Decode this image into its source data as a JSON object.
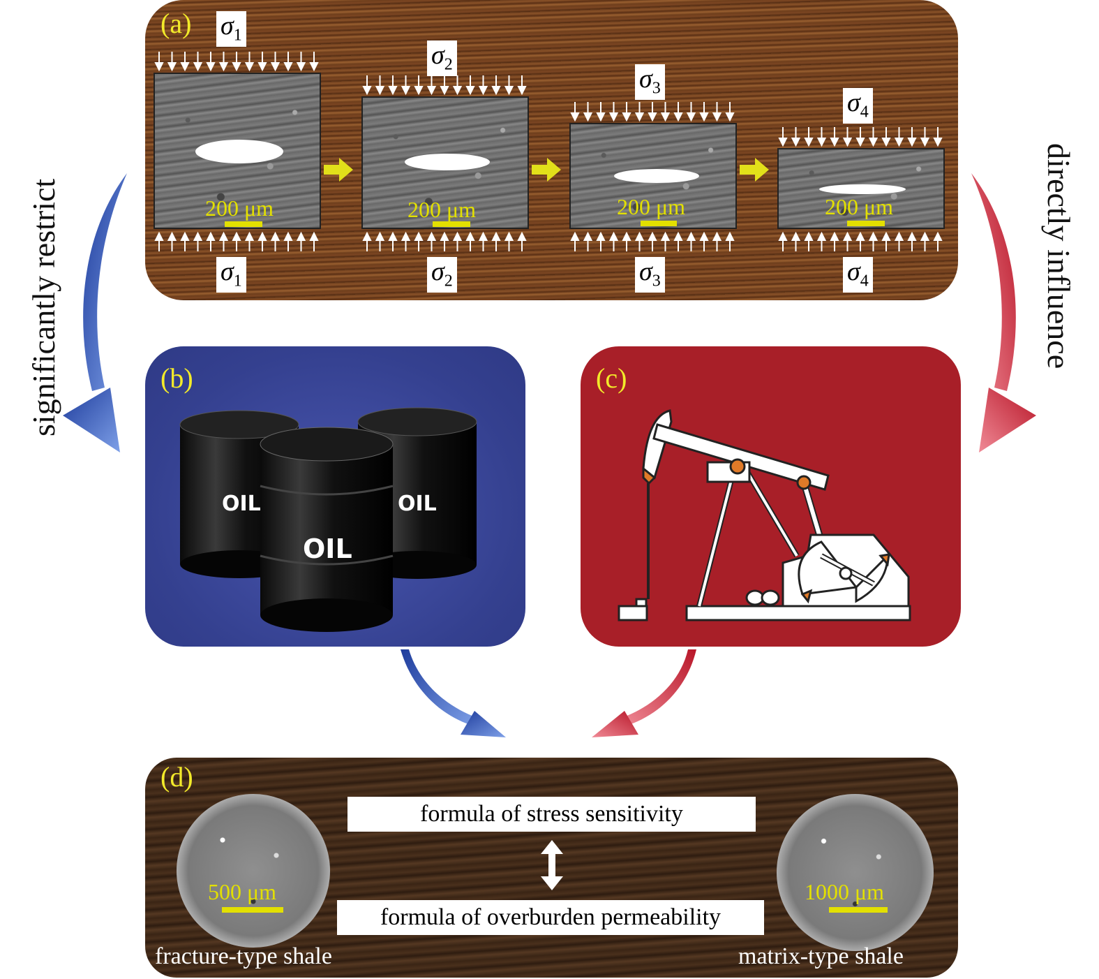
{
  "panel_a": {
    "tag": "(a)",
    "stages": [
      {
        "sigma_top": "σ",
        "sub_top": "1",
        "sigma_bottom": "σ",
        "sub_bottom": "1",
        "scale": "200 μm"
      },
      {
        "sigma_top": "σ",
        "sub_top": "2",
        "sigma_bottom": "σ",
        "sub_bottom": "2",
        "scale": "200 μm"
      },
      {
        "sigma_top": "σ",
        "sub_top": "3",
        "sigma_bottom": "σ",
        "sub_bottom": "3",
        "scale": "200 μm"
      },
      {
        "sigma_top": "σ",
        "sub_top": "4",
        "sigma_bottom": "σ",
        "sub_bottom": "4",
        "scale": "200 μm"
      }
    ]
  },
  "panel_b": {
    "tag": "(b)",
    "barrel_label": "OIL"
  },
  "panel_c": {
    "tag": "(c)"
  },
  "panel_d": {
    "tag": "(d)",
    "formula_top": "formula of stress sensitivity",
    "formula_bottom": "formula of overburden permeability",
    "left_scale": "500 μm",
    "right_scale": "1000 μm",
    "left_caption": "fracture-type shale",
    "right_caption": "matrix-type shale"
  },
  "side_labels": {
    "left": "significantly restrict",
    "right": "directly influence"
  },
  "colors": {
    "blue_arrow": "#3a5fc0",
    "red_arrow": "#c8283a",
    "tag_yellow": "#f2ea2a",
    "panel_b": "#34408f",
    "panel_c": "#a81f28"
  }
}
